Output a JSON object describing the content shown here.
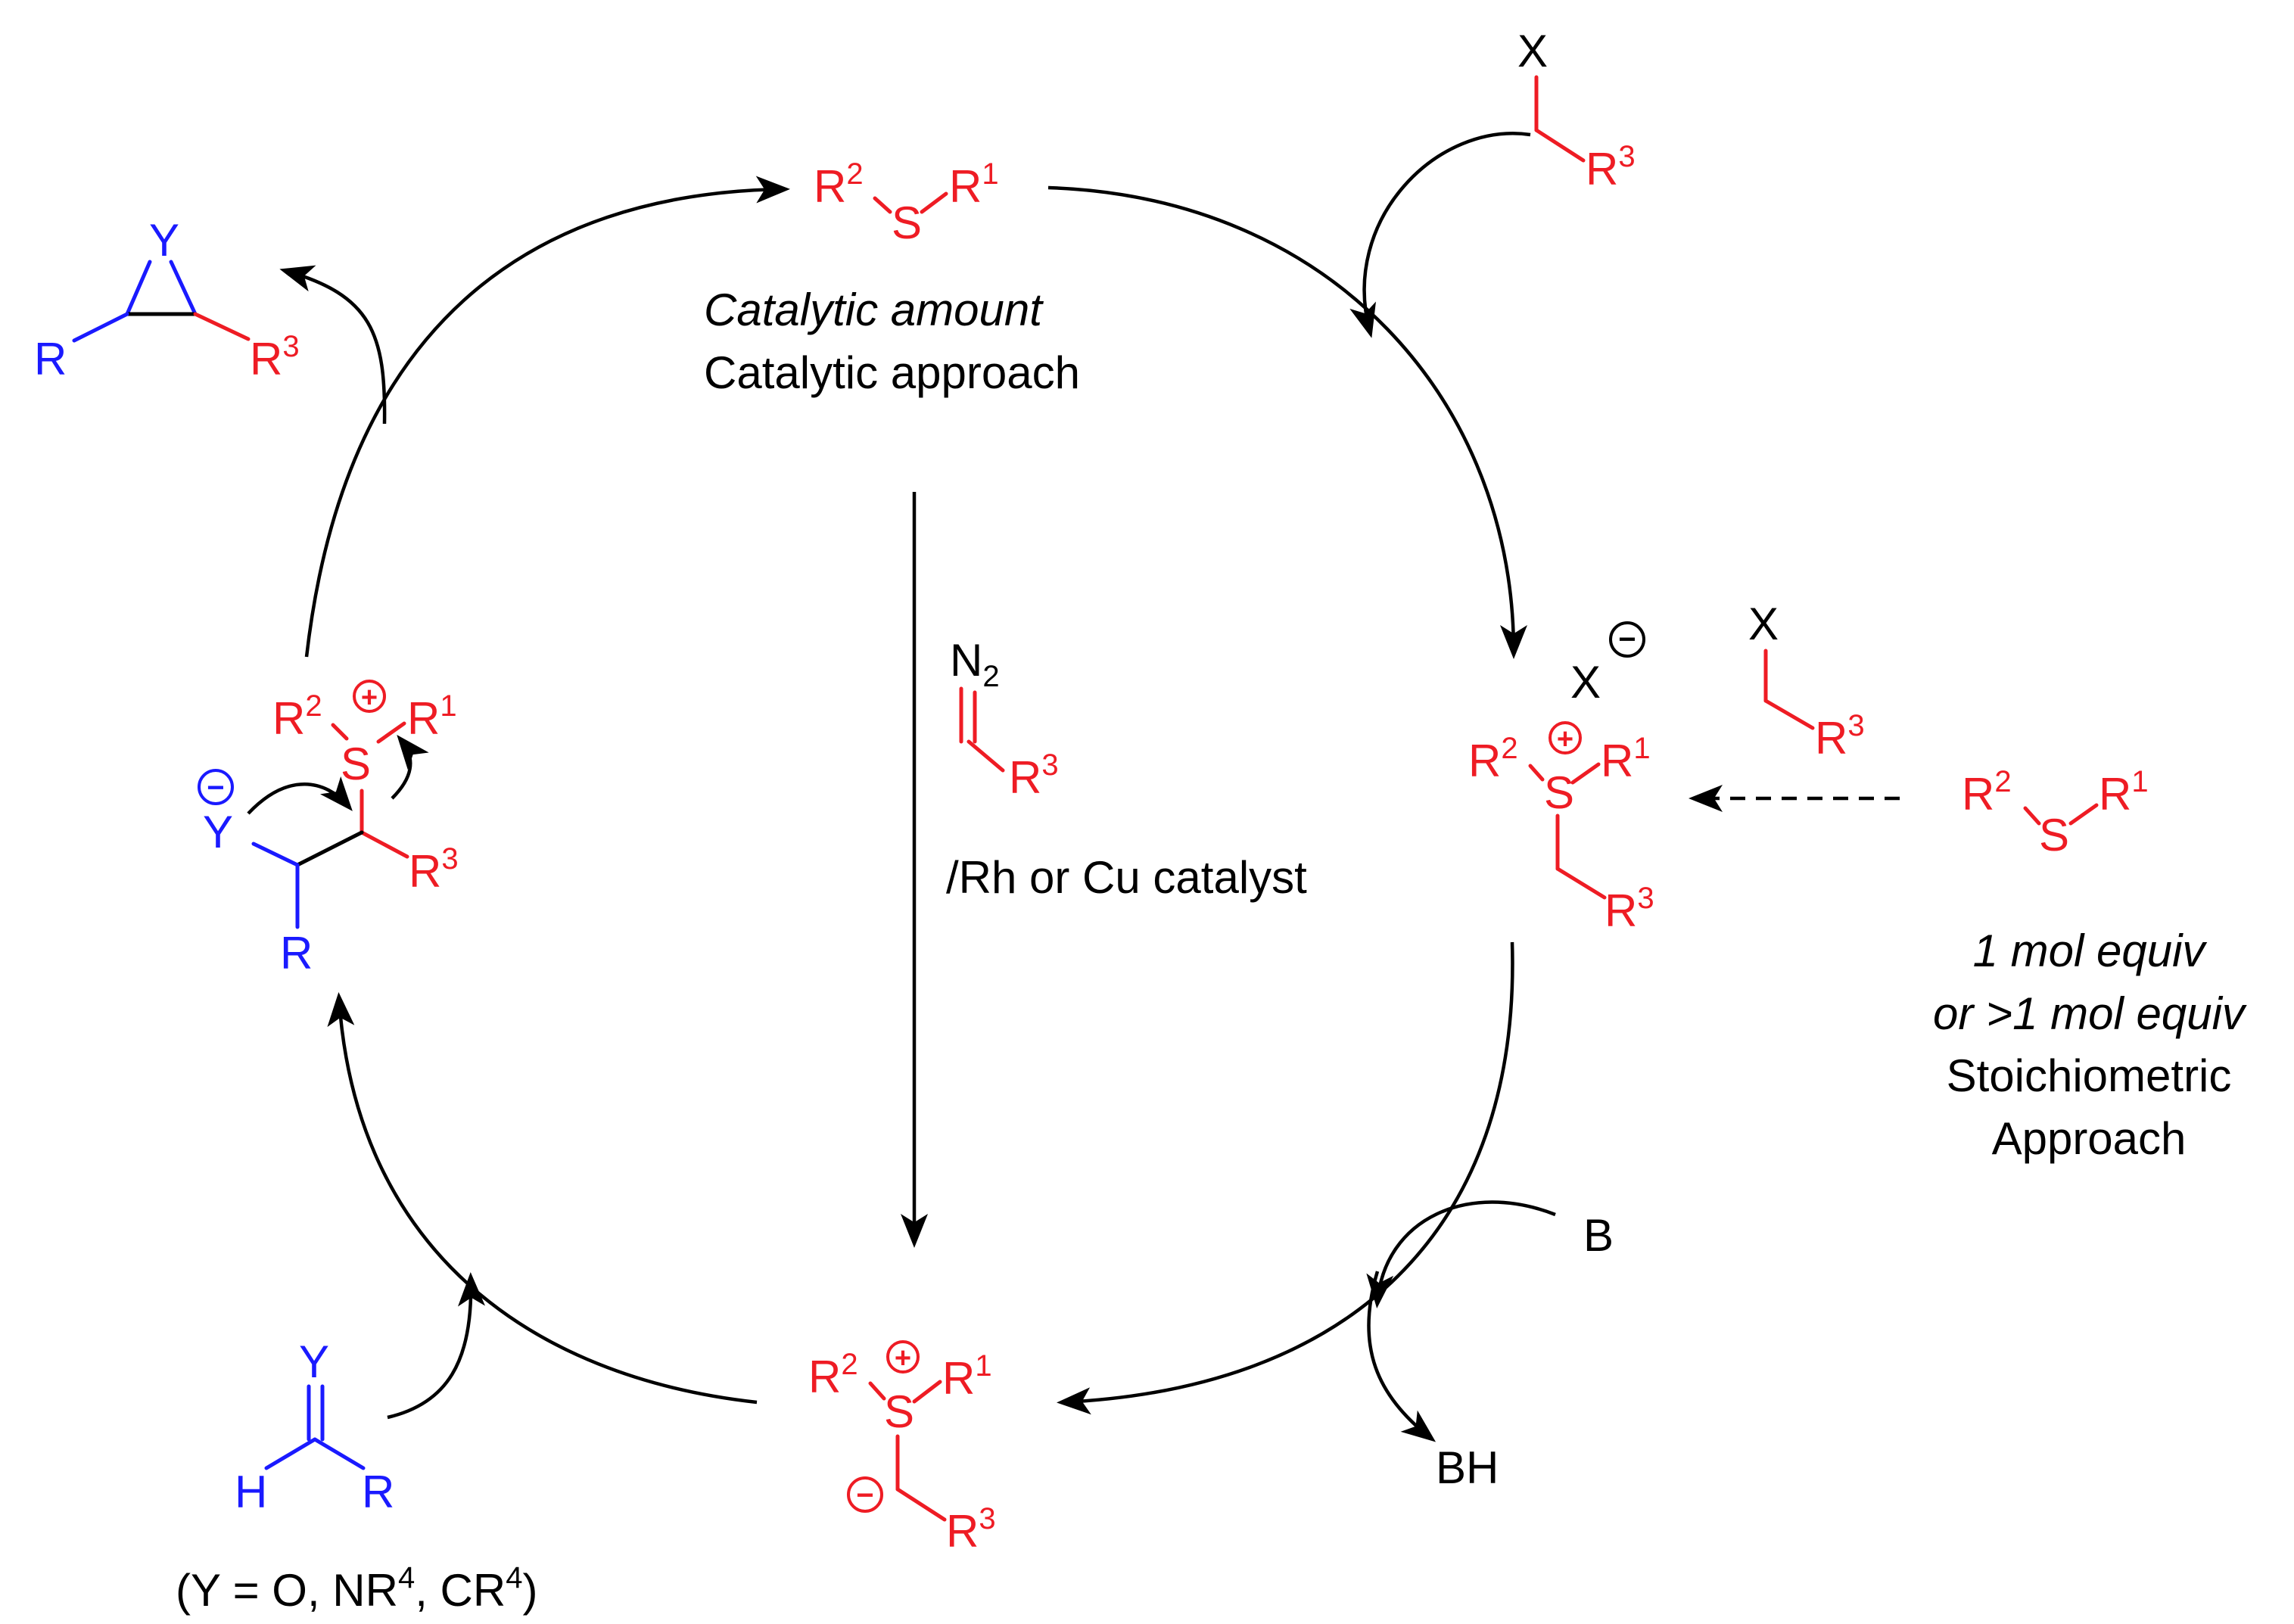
{
  "labels": {
    "R": "R",
    "R1": "R",
    "R2": "R",
    "R3": "R",
    "R4": "R",
    "S": "S",
    "X": "X",
    "Y": "Y",
    "H": "H",
    "N": "N",
    "B": "B",
    "BH": "BH",
    "sup1": "1",
    "sup2": "2",
    "sup3": "3",
    "sup4": "4",
    "sub2": "2"
  },
  "charges": {
    "plus": "+",
    "minus": "−"
  },
  "text": {
    "catalytic_amount": "Catalytic amount",
    "catalytic_approach": "Catalytic approach",
    "catalyst": "/Rh or Cu catalyst",
    "mol1": "1 mol equiv",
    "mol2": "or >1 mol equiv",
    "stoich1": "Stoichiometric",
    "stoich2": "Approach",
    "y_def_open": "(Y = O, NR",
    "y_def_mid": ", CR",
    "y_def_close": ")"
  },
  "colors": {
    "sulfur_species": "#ee1c24",
    "carbonyl_species": "#1a1aff",
    "arrows": "#000000"
  }
}
